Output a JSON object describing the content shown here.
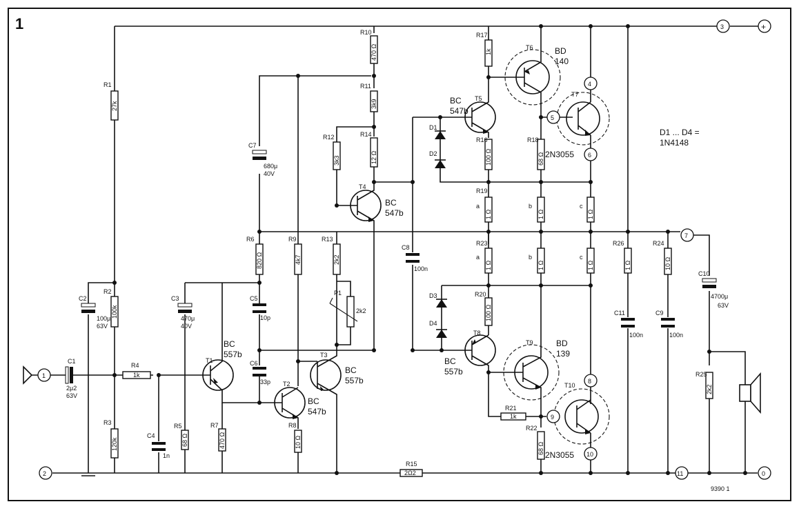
{
  "figure_number": "1",
  "code": "9390 1",
  "note_line1": "D1 ... D4 =",
  "note_line2": "1N4148",
  "terminals": {
    "t1": "1",
    "t2": "2",
    "t3": "3",
    "t4": "4",
    "t5": "5",
    "t6": "6",
    "t7": "7",
    "t8": "8",
    "t9": "9",
    "t10": "10",
    "t11": "11",
    "plus": "+",
    "zero": "0"
  },
  "components": {
    "R1": {
      "ref": "R1",
      "val": "27k"
    },
    "R2": {
      "ref": "R2",
      "val": "100k"
    },
    "R3": {
      "ref": "R3",
      "val": "120k"
    },
    "R4": {
      "ref": "R4",
      "val": "1k"
    },
    "R5": {
      "ref": "R5",
      "val": "68 Ω"
    },
    "R6": {
      "ref": "R6",
      "val": "820 Ω"
    },
    "R7": {
      "ref": "R7",
      "val": "470 Ω"
    },
    "R8": {
      "ref": "R8",
      "val": "10 Ω"
    },
    "R9": {
      "ref": "R9",
      "val": "4k7"
    },
    "R10": {
      "ref": "R10",
      "val": "470 Ω"
    },
    "R11": {
      "ref": "R11",
      "val": "3k9"
    },
    "R12": {
      "ref": "R12",
      "val": "3k3"
    },
    "R13": {
      "ref": "R13",
      "val": "2k2"
    },
    "R14": {
      "ref": "R14",
      "val": "12 Ω"
    },
    "R15": {
      "ref": "R15",
      "val": "2Ω2"
    },
    "R16": {
      "ref": "R16",
      "val": "100 Ω"
    },
    "R17": {
      "ref": "R17",
      "val": "1k"
    },
    "R18": {
      "ref": "R18",
      "val": "68 Ω"
    },
    "R19": {
      "ref": "R19",
      "val": "1 Ω"
    },
    "R20": {
      "ref": "R20",
      "val": "100 Ω"
    },
    "R21": {
      "ref": "R21",
      "val": "1k"
    },
    "R22": {
      "ref": "R22",
      "val": "68 Ω"
    },
    "R23": {
      "ref": "R23",
      "val": "1 Ω"
    },
    "R24": {
      "ref": "R24",
      "val": "10 Ω"
    },
    "R25": {
      "ref": "R25",
      "val": "2k2"
    },
    "R26": {
      "ref": "R26",
      "val": "1 Ω"
    },
    "R19b": {
      "val": "1 Ω"
    },
    "R19c": {
      "val": "1 Ω"
    },
    "R23b": {
      "val": "1 Ω"
    },
    "R23c": {
      "val": "1 Ω"
    },
    "P1": {
      "ref": "P1",
      "val": "2k2"
    },
    "C1": {
      "ref": "C1",
      "val": "2μ2",
      "v": "63V"
    },
    "C2": {
      "ref": "C2",
      "val": "100μ",
      "v": "63V"
    },
    "C3": {
      "ref": "C3",
      "val": "470μ",
      "v": "40V"
    },
    "C4": {
      "ref": "C4",
      "val": "1n"
    },
    "C5": {
      "ref": "C5",
      "val": "10p"
    },
    "C6": {
      "ref": "C6",
      "val": "33p"
    },
    "C7": {
      "ref": "C7",
      "val": "680μ",
      "v": "40V"
    },
    "C8": {
      "ref": "C8",
      "val": "100n"
    },
    "C9": {
      "ref": "C9",
      "val": "100n"
    },
    "C10": {
      "ref": "C10",
      "val": "4700μ",
      "v": "63V"
    },
    "C11": {
      "ref": "C11",
      "val": "100n"
    },
    "D1": {
      "ref": "D1"
    },
    "D2": {
      "ref": "D2"
    },
    "D3": {
      "ref": "D3"
    },
    "D4": {
      "ref": "D4"
    },
    "T1": {
      "ref": "T1",
      "type1": "BC",
      "type2": "557b"
    },
    "T2": {
      "ref": "T2",
      "type1": "BC",
      "type2": "547b"
    },
    "T3": {
      "ref": "T3",
      "type1": "BC",
      "type2": "557b"
    },
    "T4": {
      "ref": "T4",
      "type1": "BC",
      "type2": "547b"
    },
    "T5": {
      "ref": "T5",
      "type1": "BC",
      "type2": "547b"
    },
    "T6": {
      "ref": "T6",
      "type1": "BD",
      "type2": "140"
    },
    "T7": {
      "ref": "T7",
      "type": "2N3055"
    },
    "T8": {
      "ref": "T8",
      "type1": "BC",
      "type2": "557b"
    },
    "T9": {
      "ref": "T9",
      "type1": "BD",
      "type2": "139"
    },
    "T10": {
      "ref": "T10",
      "type": "2N3055"
    }
  },
  "branch_labels": {
    "a1": "a",
    "b1": "b",
    "c1": "c",
    "a2": "a",
    "b2": "b",
    "c2": "c"
  }
}
